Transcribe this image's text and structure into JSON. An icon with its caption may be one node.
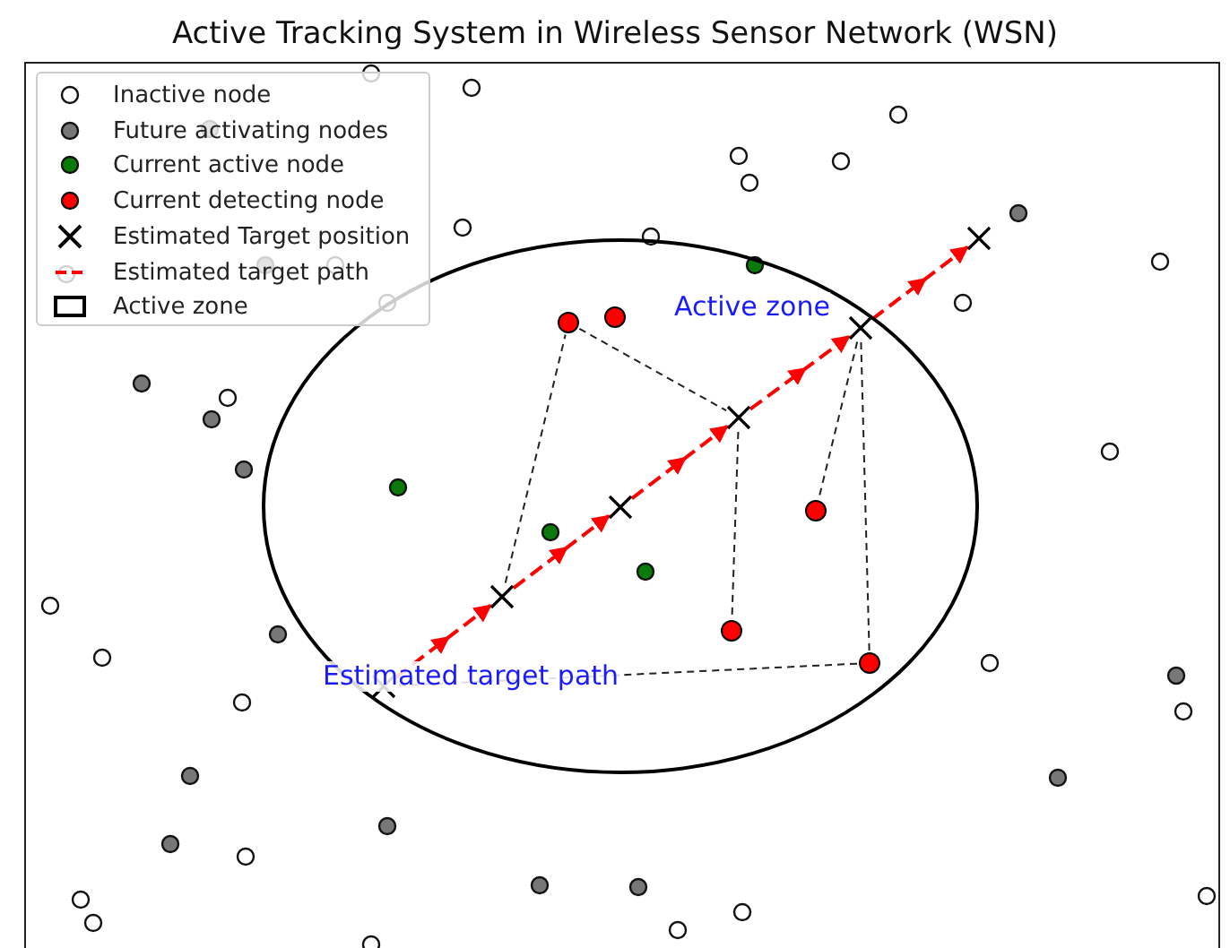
{
  "diagram": {
    "title": "Active Tracking System in Wireless Sensor Network (WSN)",
    "nodes": [
      {
        "text": [
          "Active zone"
        ]
      },
      {
        "text": [],
        "shape": "cross",
        "in": 0
      },
      {
        "text": [],
        "shape": "cross",
        "in": 0
      },
      {
        "text": [],
        "shape": "cross",
        "in": 0
      },
      {
        "text": [],
        "shape": "cross",
        "in": 0
      },
      {
        "text": [],
        "shape": "cross",
        "in": 0
      },
      {
        "text": [],
        "shape": "cross"
      },
      {
        "text": [],
        "shape": "circle",
        "in": 0
      },
      {
        "text": [],
        "shape": "circle",
        "in": 0
      },
      {
        "text": [],
        "shape": "circle",
        "in": 0
      },
      {
        "text": [],
        "shape": "circle",
        "in": 0
      },
      {
        "text": [],
        "shape": "circle",
        "in": 0
      }
    ],
    "edges": [
      {
        "from": 1,
        "to": 2,
        "arrow": "to",
        "style": "dashed",
        "color": "#ff0000"
      },
      {
        "from": 2,
        "to": 3,
        "arrow": "to",
        "style": "dashed",
        "color": "#ff0000"
      },
      {
        "from": 3,
        "to": 4,
        "arrow": "to",
        "style": "dashed",
        "color": "#ff0000"
      },
      {
        "from": 4,
        "to": 5,
        "arrow": "to",
        "style": "dashed",
        "color": "#ff0000"
      },
      {
        "from": 5,
        "to": 6,
        "arrow": "to",
        "style": "dashed",
        "color": "#ff0000"
      },
      {
        "from": 2,
        "to": 7,
        "arrow": "none",
        "style": "dashed"
      },
      {
        "from": 7,
        "to": 4,
        "arrow": "none",
        "style": "dashed"
      },
      {
        "from": 4,
        "to": 10,
        "arrow": "none",
        "style": "dashed"
      },
      {
        "from": 5,
        "to": 9,
        "arrow": "none",
        "style": "dashed"
      },
      {
        "from": 5,
        "to": 11,
        "arrow": "none",
        "style": "dashed"
      },
      {
        "from": 11,
        "to": 1,
        "arrow": "none",
        "style": "dashed"
      }
    ],
    "labels": [
      "Estimated target path"
    ],
    "legend": [
      {
        "text": "Inactive node"
      },
      {
        "text": "Future activating nodes"
      },
      {
        "text": "Current active node"
      },
      {
        "text": "Current detecting node"
      },
      {
        "text": "Estimated Target position"
      },
      {
        "text": "Estimated target path"
      },
      {
        "text": "Active zone"
      }
    ]
  }
}
